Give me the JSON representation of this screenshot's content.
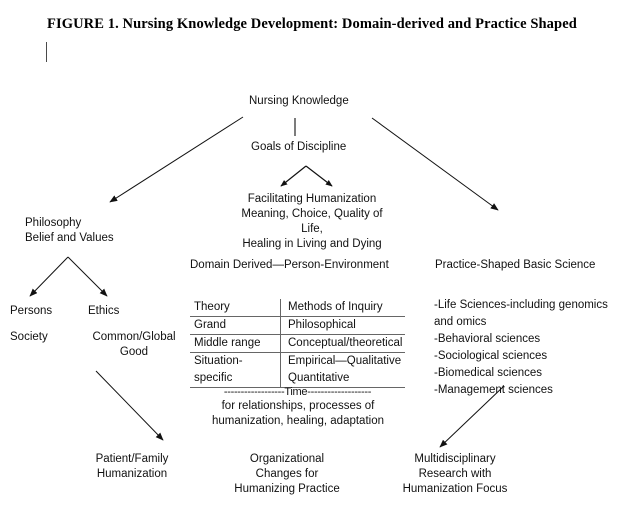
{
  "figure": {
    "title": "FIGURE 1. Nursing Knowledge Development: Domain-derived and Practice Shaped"
  },
  "nodes": {
    "nursing_knowledge": "Nursing Knowledge",
    "goals_of_discipline": "Goals of Discipline",
    "facilitating": "Facilitating  Humanization\nMeaning, Choice, Quality of Life,\nHealing in Living and Dying",
    "philosophy": "Philosophy\nBelief and Values",
    "persons": "Persons",
    "society": "Society",
    "ethics": "Ethics",
    "common_global_good": "Common/Global Good",
    "domain_derived_heading": "Domain Derived—Person-Environment",
    "practice_shaped_heading": "Practice-Shaped Basic Science",
    "patient_family": "Patient/Family\nHumanization",
    "organizational": "Organizational\nChanges for\nHumanizing Practice",
    "multidisciplinary": "Multidisciplinary\nResearch with\nHumanization Focus"
  },
  "domain_table": {
    "headers": [
      "Theory",
      "Methods of Inquiry"
    ],
    "rows": [
      [
        "Grand",
        "Philosophical"
      ],
      [
        "Middle range",
        "Conceptual/theoretical"
      ],
      [
        "Situation-",
        "Empirical—Qualitative"
      ],
      [
        "specific",
        "Quantitative"
      ]
    ]
  },
  "time_band": {
    "rule": "------------------Time-------------------",
    "caption": "for relationships, processes of\nhumanization, healing, adaptation"
  },
  "science_list": [
    "-Life Sciences-including genomics",
    "and omics",
    "-Behavioral sciences",
    "-Sociological  sciences",
    "-Biomedical sciences",
    "-Management sciences"
  ],
  "colors": {
    "ink": "#111111",
    "rule": "#666666",
    "background": "#ffffff"
  }
}
